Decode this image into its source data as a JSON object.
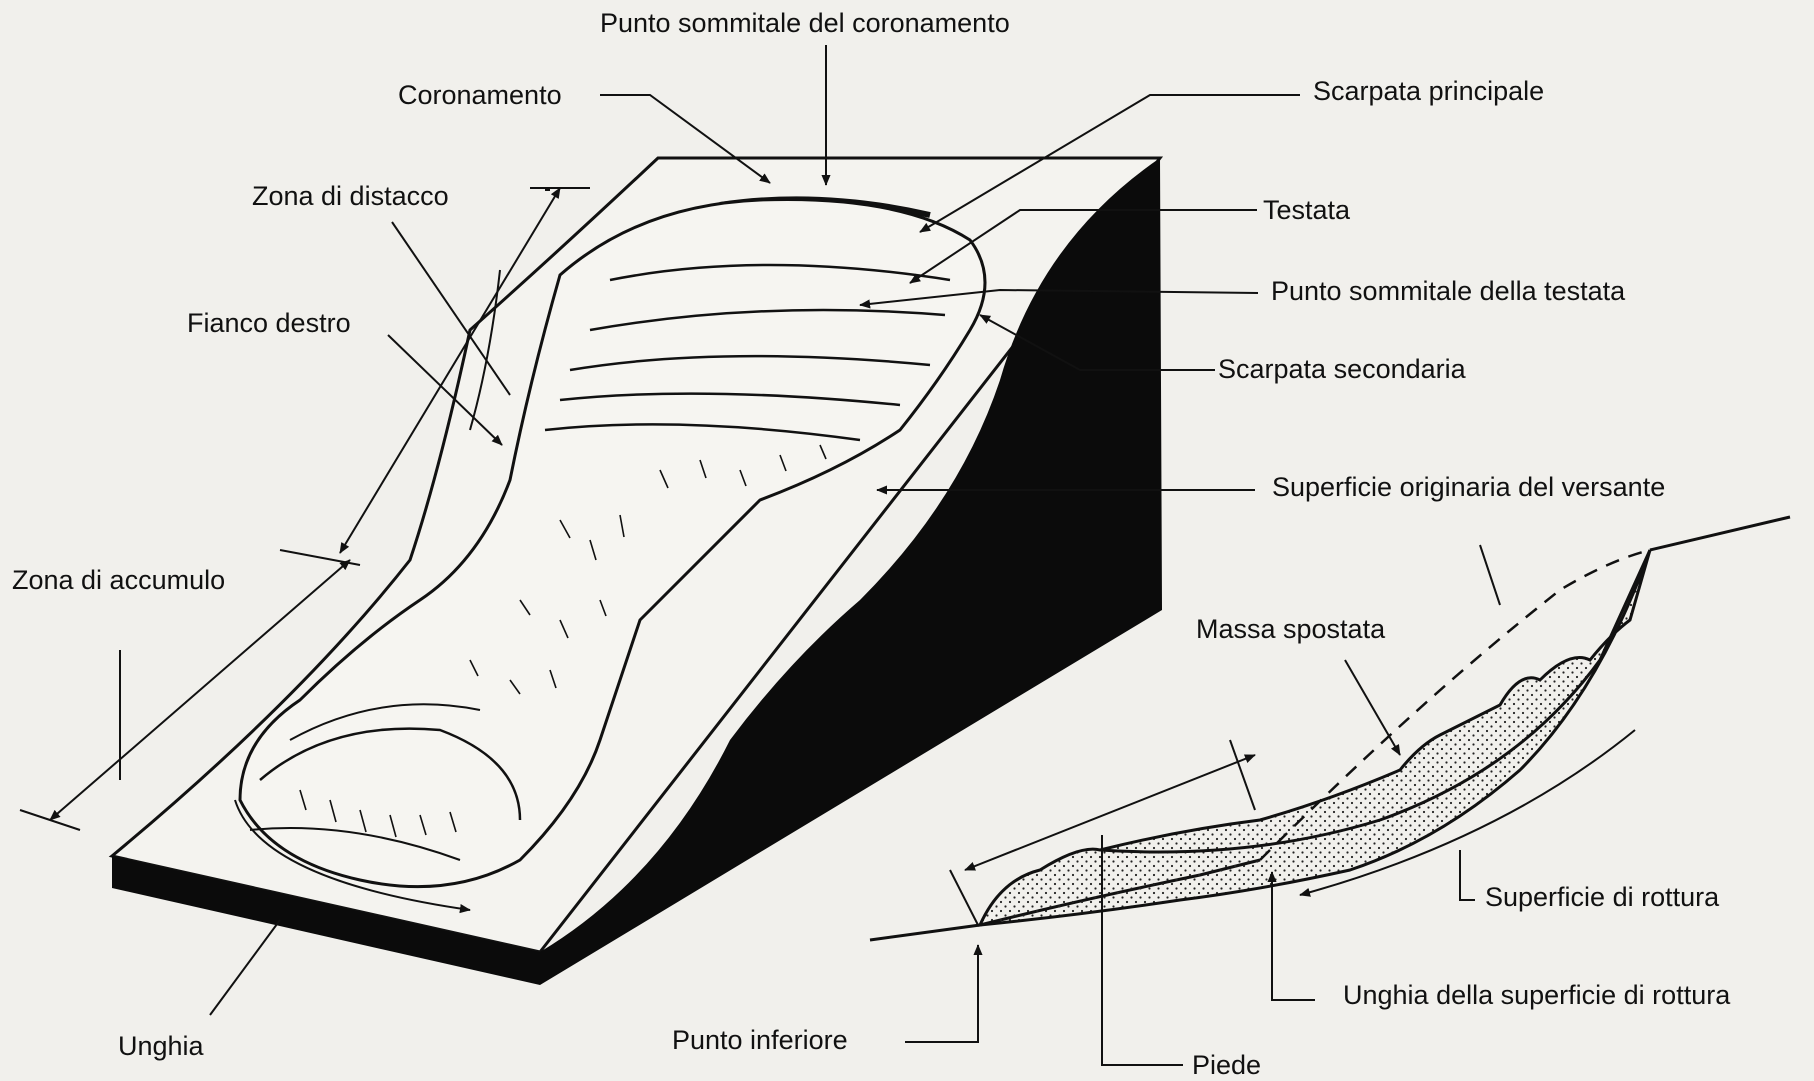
{
  "diagram": {
    "labels": {
      "punto_sommitale_coronamento": "Punto sommitale del coronamento",
      "coronamento": "Coronamento",
      "scarpata_principale": "Scarpata principale",
      "zona_di_distacco": "Zona di distacco",
      "testata": "Testata",
      "punto_sommitale_testata": "Punto sommitale della testata",
      "fianco_destro": "Fianco destro",
      "scarpata_secondaria": "Scarpata secondaria",
      "superficie_originaria": "Superficie originaria del versante",
      "zona_di_accumulo": "Zona di accumulo",
      "massa_spostata": "Massa spostata",
      "superficie_di_rottura": "Superficie di rottura",
      "unghia_superficie_rottura": "Unghia della superficie di rottura",
      "unghia": "Unghia",
      "punto_inferiore": "Punto inferiore",
      "piede": "Piede"
    }
  }
}
